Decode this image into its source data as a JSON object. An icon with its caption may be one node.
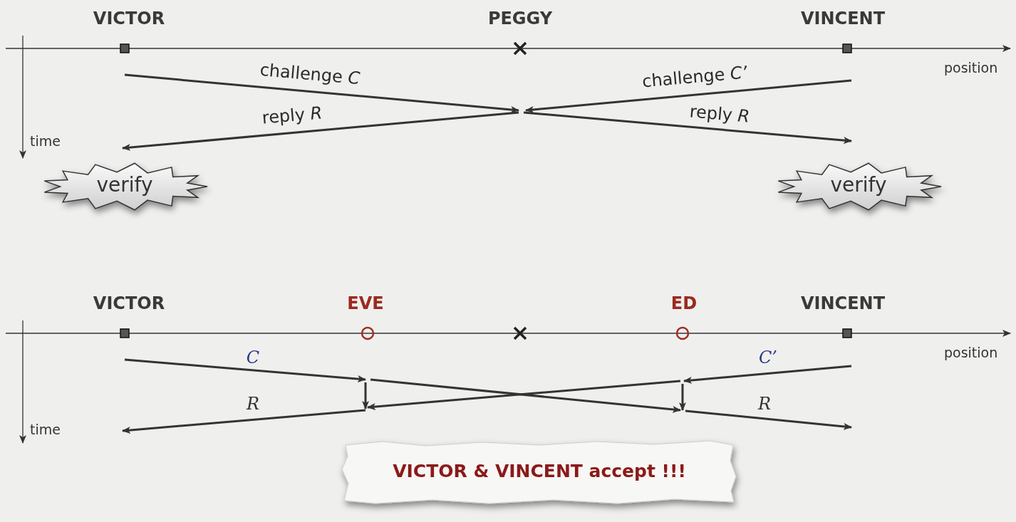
{
  "diagram": {
    "nodes": [
      {
        "text": [
          "VICTOR"
        ]
      },
      {
        "text": [
          "PEGGY"
        ]
      },
      {
        "text": [
          "VINCENT"
        ]
      },
      {
        "text": [
          "verify"
        ]
      },
      {
        "text": [
          "verify"
        ]
      },
      {
        "text": [
          "VICTOR"
        ]
      },
      {
        "text": [
          "EVE"
        ]
      },
      {
        "text": [
          "ED"
        ]
      },
      {
        "text": [
          "VINCENT"
        ]
      },
      {
        "text": [
          "VICTOR & VINCENT accept !!!"
        ]
      }
    ],
    "edges": [
      {
        "from": 0,
        "to": 1,
        "arrow": "to",
        "label": "challenge *C*"
      },
      {
        "from": 2,
        "to": 1,
        "arrow": "to",
        "label": "challenge *C’*"
      },
      {
        "from": 1,
        "to": 3,
        "arrow": "to",
        "label": "reply *R*"
      },
      {
        "from": 1,
        "to": 4,
        "arrow": "to",
        "label": "reply *R*"
      },
      {
        "from": 5,
        "to": 6,
        "arrow": "to",
        "label": "C"
      },
      {
        "from": 8,
        "to": 7,
        "arrow": "to",
        "label": "C’"
      },
      {
        "from": 6,
        "to": null,
        "arrow": "to"
      },
      {
        "from": 7,
        "to": null,
        "arrow": "to"
      }
    ],
    "labels": [
      "position",
      "time",
      "position",
      "R",
      "R",
      "time"
    ]
  }
}
